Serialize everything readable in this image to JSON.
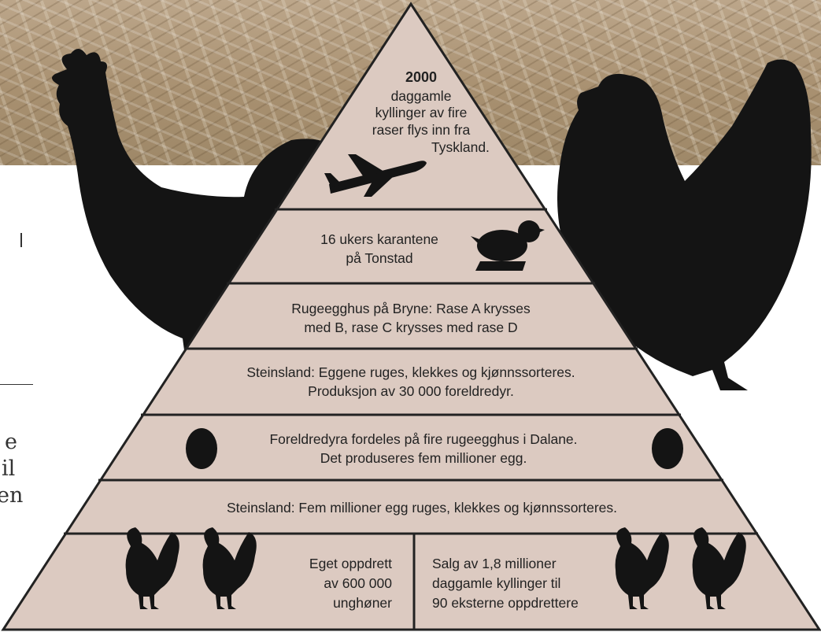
{
  "pyramid": {
    "top": {
      "number": "2000",
      "lines": [
        "daggamle",
        "kyllinger av fire",
        "raser flys inn fra",
        "Tyskland."
      ]
    },
    "tier2": [
      "16 ukers karantene",
      "på Tonstad"
    ],
    "tier3": [
      "Rugeegghus på Bryne: Rase A krysses",
      "med B, rase C krysses med rase D"
    ],
    "tier4": [
      "Steinsland: Eggene ruges, klekkes og kjønnssorteres.",
      "Produksjon av 30 000 foreldredyr."
    ],
    "tier5": [
      "Foreldredyra fordeles på fire rugeegghus i Dalane.",
      "Det produseres fem millioner egg."
    ],
    "tier6": [
      "Steinsland: Fem millioner egg ruges, klekkes og kjønnssorteres."
    ],
    "bottom_left": [
      "Eget oppdrett",
      "av 600 000",
      "unghøner"
    ],
    "bottom_right": [
      "Salg av 1,8 millioner",
      "daggamle kyllinger til",
      "90 eksterne oppdrettere"
    ]
  },
  "side_text": [
    "e",
    "il",
    "en"
  ],
  "colors": {
    "pyramid_fill": "#dccac1",
    "line": "#222222",
    "silhouette": "#141414"
  },
  "icons": [
    "airplane-icon",
    "chick-icon",
    "egg-icon",
    "hen-icon",
    "rooster-silhouette",
    "hen-silhouette"
  ]
}
